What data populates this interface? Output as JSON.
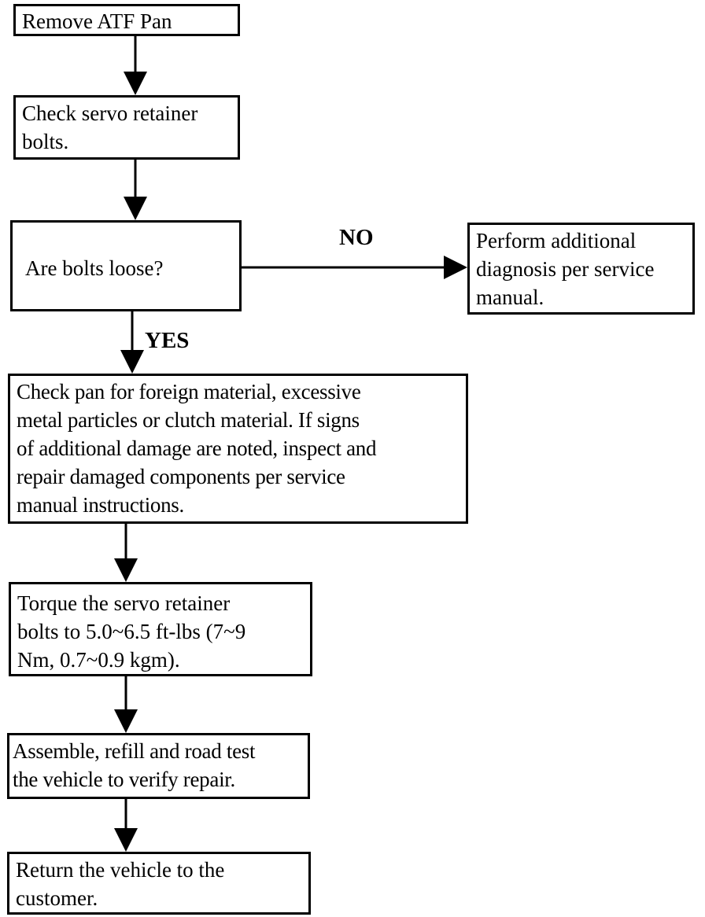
{
  "nodes": {
    "remove_pan": "Remove ATF Pan",
    "check_bolts": "Check servo retainer\nbolts.",
    "are_bolts_loose": "Are bolts loose?",
    "additional_diagnosis": "Perform additional\ndiagnosis per service\nmanual.",
    "check_pan": "Check pan for foreign material, excessive\nmetal particles or clutch material.  If signs\nof additional damage are noted, inspect and\nrepair damaged components per service\nmanual instructions.",
    "torque_bolts": "Torque the servo retainer\nbolts to 5.0~6.5 ft-lbs (7~9\nNm, 0.7~0.9 kgm).",
    "assemble": "Assemble, refill and road test\nthe vehicle to verify repair.",
    "return_vehicle": "Return the vehicle to the\ncustomer."
  },
  "edges": {
    "no_label": "NO",
    "yes_label": "YES"
  }
}
